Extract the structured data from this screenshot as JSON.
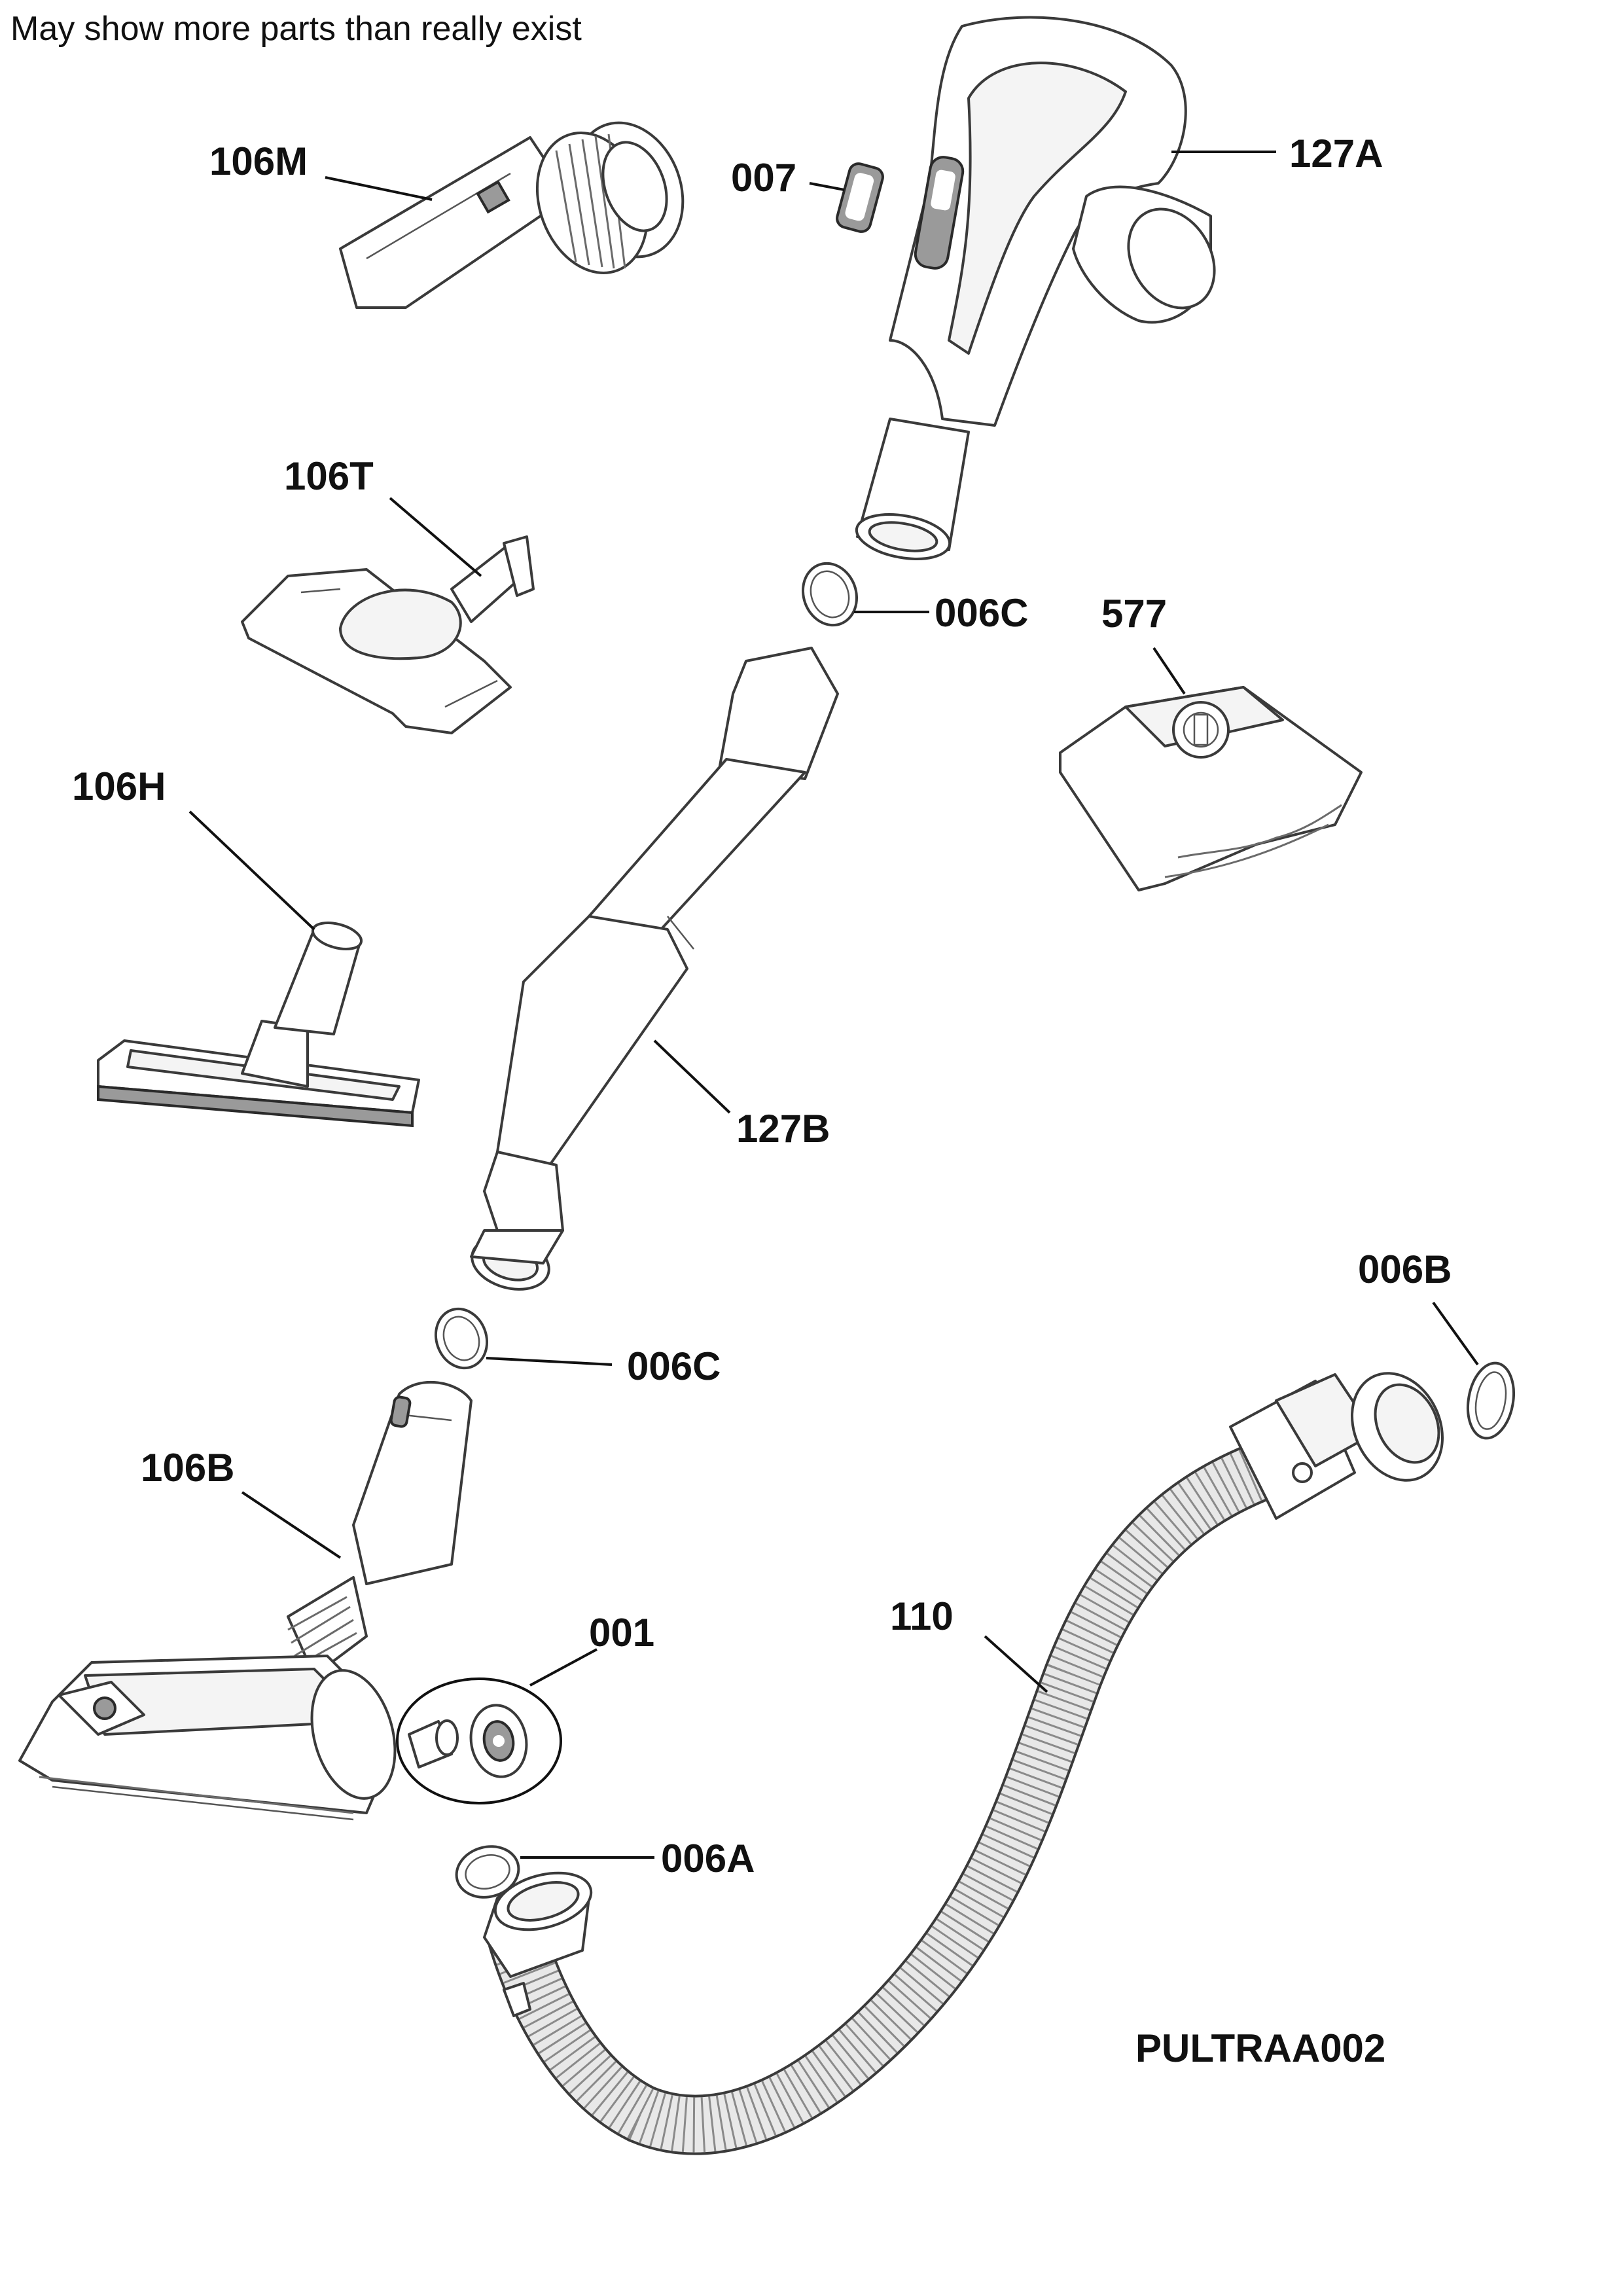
{
  "note": "May show more parts than really exist",
  "reference_code": "PULTRAA002",
  "parts": [
    {
      "id": "106M",
      "name": "mattress-nozzle"
    },
    {
      "id": "007",
      "name": "handle-button"
    },
    {
      "id": "127A",
      "name": "hose-handle"
    },
    {
      "id": "106T",
      "name": "turbo-nozzle"
    },
    {
      "id": "006C",
      "name": "seal-ring-upper"
    },
    {
      "id": "577",
      "name": "dust-bag"
    },
    {
      "id": "106H",
      "name": "hard-floor-nozzle"
    },
    {
      "id": "127B",
      "name": "telescopic-tube"
    },
    {
      "id": "006C",
      "name": "seal-ring-lower"
    },
    {
      "id": "006B",
      "name": "seal-ring-hose"
    },
    {
      "id": "106B",
      "name": "floor-nozzle"
    },
    {
      "id": "001",
      "name": "wheel-set"
    },
    {
      "id": "110",
      "name": "flexible-hose"
    },
    {
      "id": "006A",
      "name": "seal-ring-inlet"
    }
  ]
}
